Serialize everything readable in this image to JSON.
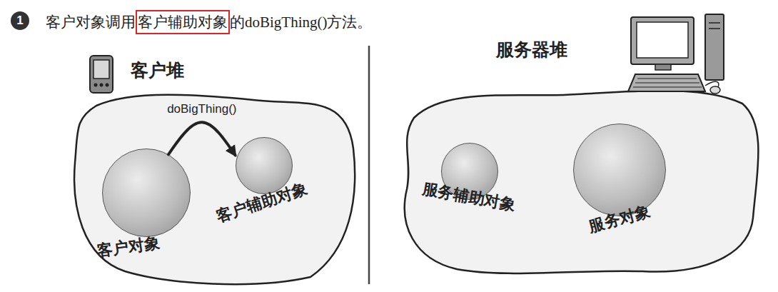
{
  "diagram": {
    "nodes": [
      {
        "text": [
          "客户堆"
        ]
      },
      {
        "text": [
          "客户对象"
        ],
        "in": 0
      },
      {
        "text": [
          "客户辅助对象"
        ],
        "in": 0
      },
      {
        "text": [
          "服务器堆"
        ]
      },
      {
        "text": [
          "服务辅助对象"
        ],
        "in": 3
      },
      {
        "text": [
          "服务对象"
        ],
        "in": 3
      }
    ],
    "edges": [
      {
        "from": 1,
        "to": 2,
        "label": "doBigThing()",
        "arrow": "to"
      }
    ],
    "labels": [
      "1",
      "客户对象调用",
      "客户辅助对象",
      "的doBigThing()方法。"
    ]
  }
}
